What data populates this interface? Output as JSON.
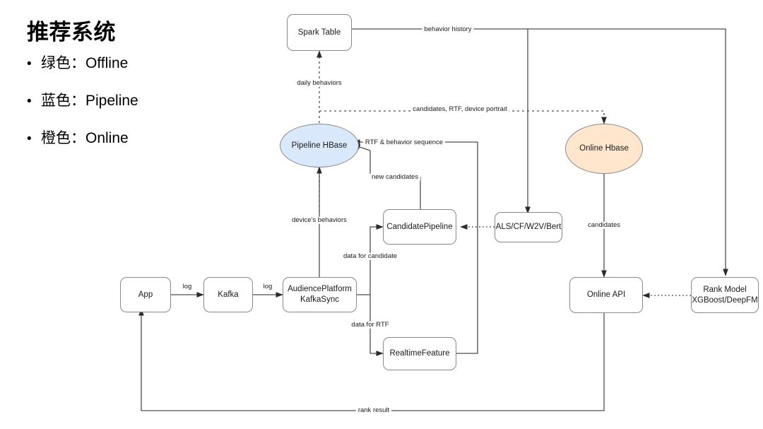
{
  "legend": {
    "title": "推荐系统",
    "bullet": "•",
    "items": [
      {
        "label": "绿色：Offline"
      },
      {
        "label": "蓝色：Pipeline"
      },
      {
        "label": "橙色：Online"
      }
    ]
  },
  "colors": {
    "offline_green_fill": "#d5e8d4",
    "offline_green_stroke": "#82b366",
    "pipeline_blue_fill": "#dae8fc",
    "pipeline_blue_stroke": "#6c8ebf",
    "online_orange_fill": "#ffe6cc",
    "online_orange_stroke": "#d79b00",
    "plain_fill": "#ffffff",
    "plain_stroke": "#666666",
    "edge_stroke": "#4d4d4d"
  },
  "nodes": {
    "spark_table": {
      "label": "Spark Table",
      "category": "offline",
      "shape": "box"
    },
    "pipeline_hbase": {
      "label": "Pipeline HBase",
      "category": "pipeline",
      "shape": "ellipse"
    },
    "online_hbase": {
      "label": "Online Hbase",
      "category": "online",
      "shape": "ellipse"
    },
    "candidate_pipeline": {
      "label": "CandidatePipeline",
      "category": "pipeline",
      "shape": "box"
    },
    "als_cf_w2v_bert": {
      "label": "ALS/CF/W2V/Bert",
      "category": "offline",
      "shape": "box"
    },
    "app": {
      "label": "App",
      "category": "plain",
      "shape": "box"
    },
    "kafka": {
      "label": "Kafka",
      "category": "plain",
      "shape": "box"
    },
    "audience_platform_line1": "AudiencePlatform",
    "audience_platform_line2": "KafkaSync",
    "realtime_feature": {
      "label": "RealtimeFeature",
      "category": "pipeline",
      "shape": "box"
    },
    "online_api": {
      "label": "Online API",
      "category": "online",
      "shape": "box"
    },
    "rank_model_line1": "Rank Model",
    "rank_model_line2": "XGBoost/DeepFM"
  },
  "edge_labels": {
    "behavior_history": "behavior history",
    "daily_behaviors": "daily behaviors",
    "candidates_rtf_device_portrait": "candidates, RTF, device portrait",
    "rtf_behavior_sequence": "RTF & behavior sequence",
    "new_candidates": "new candidates",
    "device_behaviors": "device's behaviors",
    "data_for_candidate": "data for candidate",
    "data_for_rtf": "data for RTF",
    "candidates": "candidates",
    "log_app_kafka": "log",
    "log_kafka_audience": "log",
    "rank_result": "rank result"
  }
}
